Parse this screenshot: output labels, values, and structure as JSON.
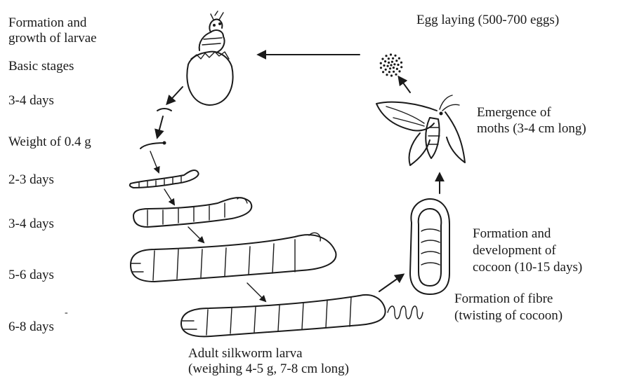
{
  "left_labels": {
    "formation_line1": "Formation and",
    "formation_line2": "growth of larvae",
    "basic_stages": "Basic stages",
    "stage1": "3-4 days",
    "weight": "Weight of 0.4 g",
    "stage2": "2-3 days",
    "stage3": "3-4 days",
    "stage4": "5-6 days",
    "stage5": "6-8 days",
    "tick": "-"
  },
  "right_labels": {
    "egg_laying": "Egg laying (500-700 eggs)",
    "emergence_line1": "Emergence of",
    "emergence_line2": "moths (3-4 cm long)",
    "cocoon_line1": "Formation and",
    "cocoon_line2": "development of",
    "cocoon_line3": "cocoon (10-15 days)",
    "fibre_line1": "Formation of fibre",
    "fibre_line2": "(twisting of cocoon)"
  },
  "bottom_labels": {
    "adult_line1": "Adult silkworm larva",
    "adult_line2": "(weighing 4-5 g, 7-8 cm long)"
  }
}
